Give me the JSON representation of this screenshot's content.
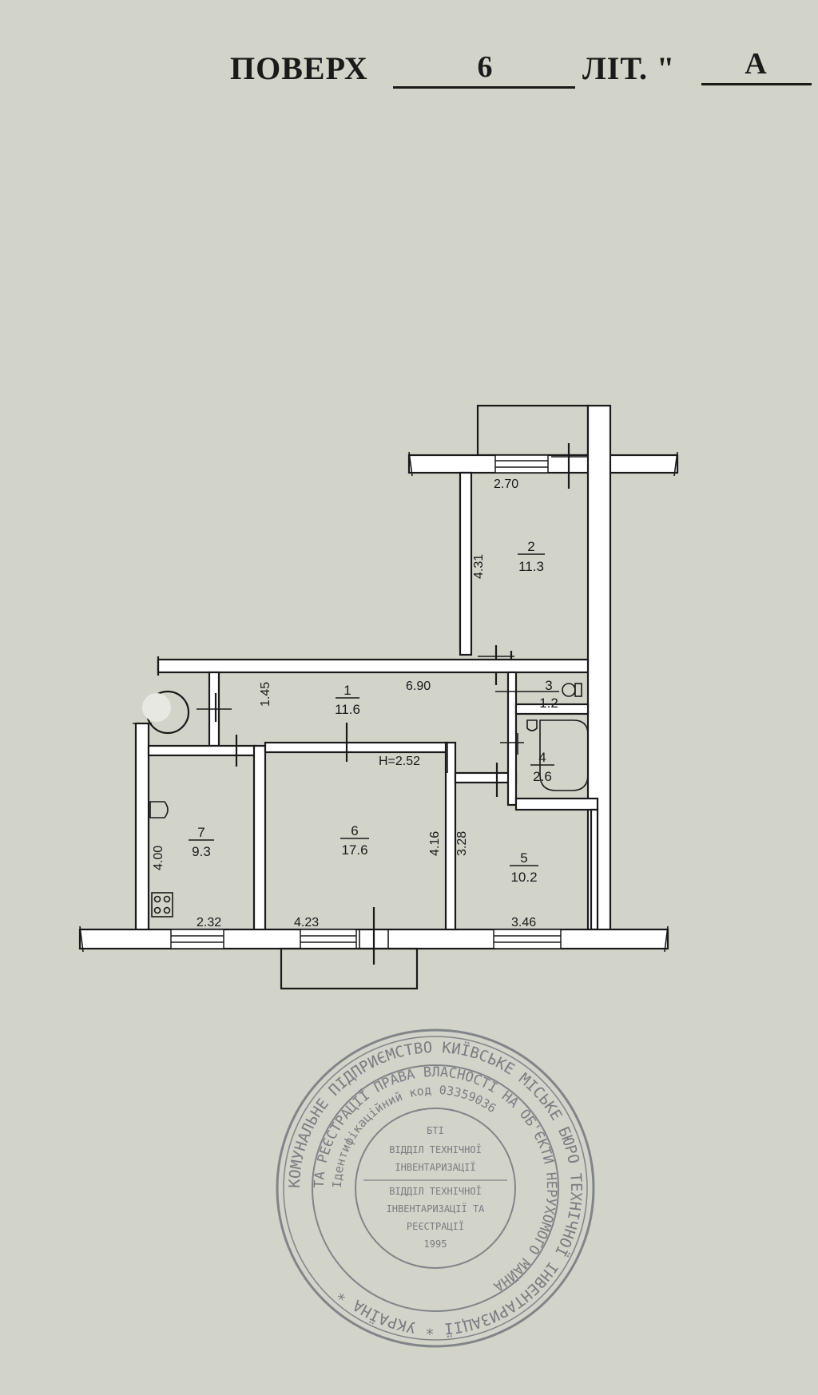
{
  "header": {
    "floor_label": "ПОВЕРХ",
    "floor_value": "6",
    "letter_label": "ЛІТ. \"",
    "letter_value": "А"
  },
  "plan": {
    "rooms": [
      {
        "id": "1",
        "area": "11.6"
      },
      {
        "id": "2",
        "area": "11.3"
      },
      {
        "id": "3",
        "area": "1.2"
      },
      {
        "id": "4",
        "area": "2.6"
      },
      {
        "id": "5",
        "area": "10.2"
      },
      {
        "id": "6",
        "area": "17.6"
      },
      {
        "id": "7",
        "area": "9.3"
      }
    ],
    "dimensions": {
      "room2_width": "2.70",
      "room2_length": "4.31",
      "corridor_length": "6.90",
      "corridor_width": "1.45",
      "ceiling_height": "H=2.52",
      "room6_depth": "4.16",
      "room5_depth": "3.28",
      "room7_length": "4.00",
      "room7_width": "2.32",
      "room6_width": "4.23",
      "room5_width": "3.46"
    }
  },
  "stamp": {
    "outer_ring": "КОМУНАЛЬНЕ ПІДПРИЄМСТВО КИЇВСЬКЕ МІСЬКЕ БЮРО ТЕХНІЧНОЇ ІНВЕНТАРИЗАЦІЇ * УКРАЇНА *",
    "middle_ring": "ТА РЕЄСТРАЦІЇ ПРАВА ВЛАСНОСТІ НА ОБ'ЄКТИ НЕРУХОМОГО МАЙНА",
    "inner_ring": "Ідентифікаційний код 03359036",
    "center_lines": [
      "БТІ",
      "ВІДДІЛ ТЕХНІЧНОЇ",
      "ІНВЕНТАРИЗАЦІЇ",
      "ВІДДІЛ ТЕХНІЧНОЇ",
      "ІНВЕНТАРИЗАЦІЇ ТА",
      "РЕЄСТРАЦІЇ",
      "1995"
    ]
  }
}
